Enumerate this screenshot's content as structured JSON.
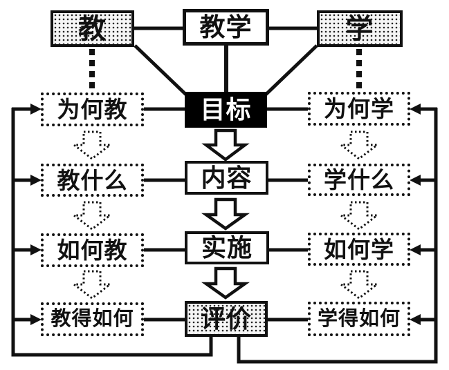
{
  "colors": {
    "ink": "#111111",
    "background": "#ffffff",
    "goal_box_fill": "#000000",
    "goal_box_text": "#ffffff",
    "stipple_fill": "#f5f5f5"
  },
  "nodes": {
    "teach": "教",
    "teaching": "教学",
    "learn": "学",
    "why_teach": "为何教",
    "goal": "目标",
    "why_learn": "为何学",
    "teach_what": "教什么",
    "content": "内容",
    "learn_what": "学什么",
    "how_teach": "如何教",
    "implement": "实施",
    "how_learn": "如何学",
    "teach_result": "教得如何",
    "evaluate": "评价",
    "learn_result": "学得如何"
  },
  "edges": [
    {
      "from": "teach",
      "to": "teaching",
      "style": "solid-line"
    },
    {
      "from": "teaching",
      "to": "learn",
      "style": "solid-line"
    },
    {
      "from": "teaching",
      "to": "goal",
      "style": "solid-line"
    },
    {
      "from": "teach",
      "to": "goal",
      "style": "solid-diagonal"
    },
    {
      "from": "learn",
      "to": "goal",
      "style": "solid-diagonal"
    },
    {
      "from": "teach",
      "to": "why_teach",
      "style": "dashed-line"
    },
    {
      "from": "learn",
      "to": "why_learn",
      "style": "dashed-line"
    },
    {
      "from": "why_teach",
      "to": "goal",
      "style": "solid-line"
    },
    {
      "from": "goal",
      "to": "why_learn",
      "style": "solid-line"
    },
    {
      "from": "teach_what",
      "to": "content",
      "style": "solid-line"
    },
    {
      "from": "content",
      "to": "learn_what",
      "style": "solid-line"
    },
    {
      "from": "how_teach",
      "to": "implement",
      "style": "solid-line"
    },
    {
      "from": "implement",
      "to": "how_learn",
      "style": "solid-line"
    },
    {
      "from": "teach_result",
      "to": "evaluate",
      "style": "solid-line"
    },
    {
      "from": "evaluate",
      "to": "learn_result",
      "style": "solid-line"
    },
    {
      "from": "goal",
      "to": "content",
      "style": "block-arrow-down"
    },
    {
      "from": "content",
      "to": "implement",
      "style": "block-arrow-down"
    },
    {
      "from": "implement",
      "to": "evaluate",
      "style": "block-arrow-down"
    },
    {
      "from": "why_teach",
      "to": "teach_what",
      "style": "dotted-arrow-down"
    },
    {
      "from": "teach_what",
      "to": "how_teach",
      "style": "dotted-arrow-down"
    },
    {
      "from": "how_teach",
      "to": "teach_result",
      "style": "dotted-arrow-down"
    },
    {
      "from": "why_learn",
      "to": "learn_what",
      "style": "dotted-arrow-down"
    },
    {
      "from": "learn_what",
      "to": "how_learn",
      "style": "dotted-arrow-down"
    },
    {
      "from": "how_learn",
      "to": "learn_result",
      "style": "dotted-arrow-down"
    },
    {
      "from": "evaluate",
      "to": "why_teach|teach_what|how_teach|teach_result",
      "style": "feedback-loop-left-arrows"
    },
    {
      "from": "evaluate",
      "to": "why_learn|learn_what|how_learn|learn_result",
      "style": "feedback-loop-right-arrows"
    }
  ]
}
